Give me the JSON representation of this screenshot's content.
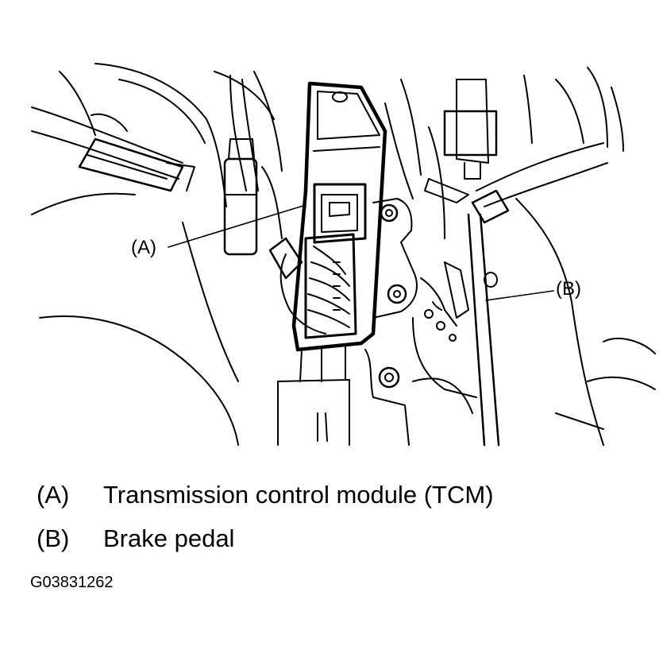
{
  "callouts": {
    "a": "(A)",
    "b": "(B)"
  },
  "legend": [
    {
      "key": "(A)",
      "text": "Transmission control module (TCM)"
    },
    {
      "key": "(B)",
      "text": "Brake pedal"
    }
  ],
  "figure_code": "G03831262",
  "colors": {
    "line": "#000000",
    "background": "#ffffff"
  }
}
